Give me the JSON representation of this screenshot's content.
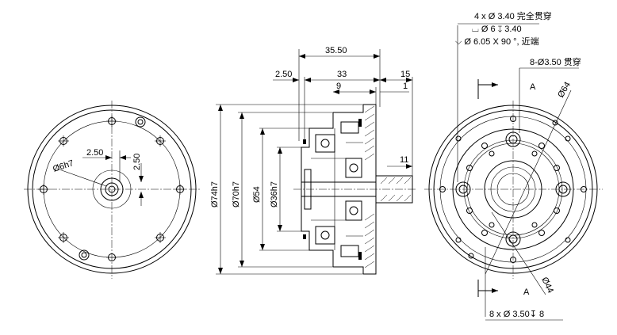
{
  "left_view": {
    "labels": {
      "bore": "Ø6h7",
      "offset_x": "2.50",
      "offset_y": "2.50"
    }
  },
  "section_view": {
    "horizontal_dims": [
      "35.50",
      "2.50",
      "33",
      "15",
      "9",
      "1",
      "11"
    ],
    "vertical_dims": [
      "Ø74h7",
      "Ø70h7",
      "Ø54",
      "Ø36h7"
    ]
  },
  "right_view": {
    "notes": [
      "4 x Ø 3.40 完全贯穿",
      "⌴ Ø 6 ↧ 3.40",
      "⌵ Ø 6.05 X 90 °, 近端"
    ],
    "hole_label_top": "8-Ø3.50 贯穿",
    "section_mark": "A",
    "dia_64": "Ø64",
    "dia_44": "Ø44",
    "hole_label_bottom": "8 x Ø 3.50↧ 8"
  }
}
